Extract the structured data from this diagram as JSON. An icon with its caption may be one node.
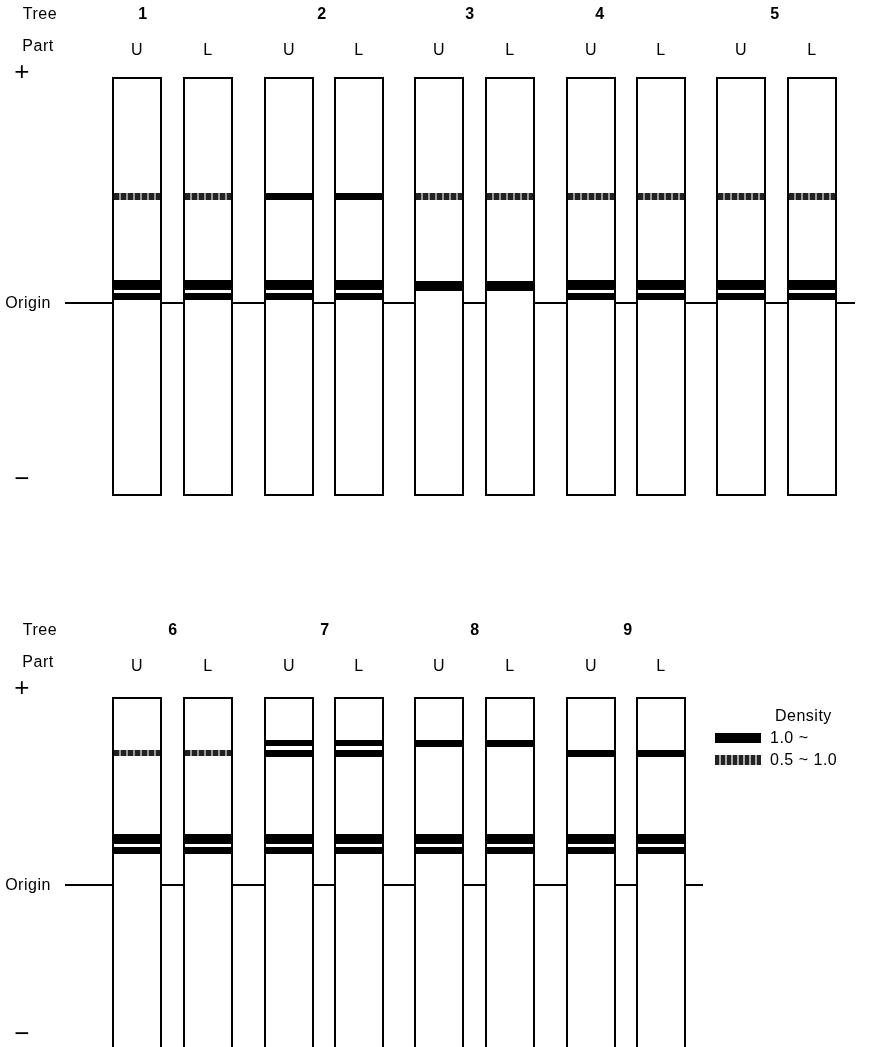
{
  "diagram": {
    "labels": [
      "Tree",
      "1",
      "2",
      "3",
      "4",
      "5",
      "Part",
      "U",
      "L",
      "U",
      "L",
      "U",
      "L",
      "U",
      "L",
      "U",
      "L",
      "+",
      "Origin",
      "−",
      "Tree",
      "6",
      "7",
      "8",
      "9",
      "Part",
      "U",
      "L",
      "U",
      "L",
      "U",
      "L",
      "U",
      "L",
      "+",
      "Origin",
      "−",
      "Density"
    ],
    "legend": [
      {
        "text": "1.0 ~",
        "color": "#000000"
      },
      {
        "text": "0.5 ~ 1.0"
      }
    ]
  }
}
